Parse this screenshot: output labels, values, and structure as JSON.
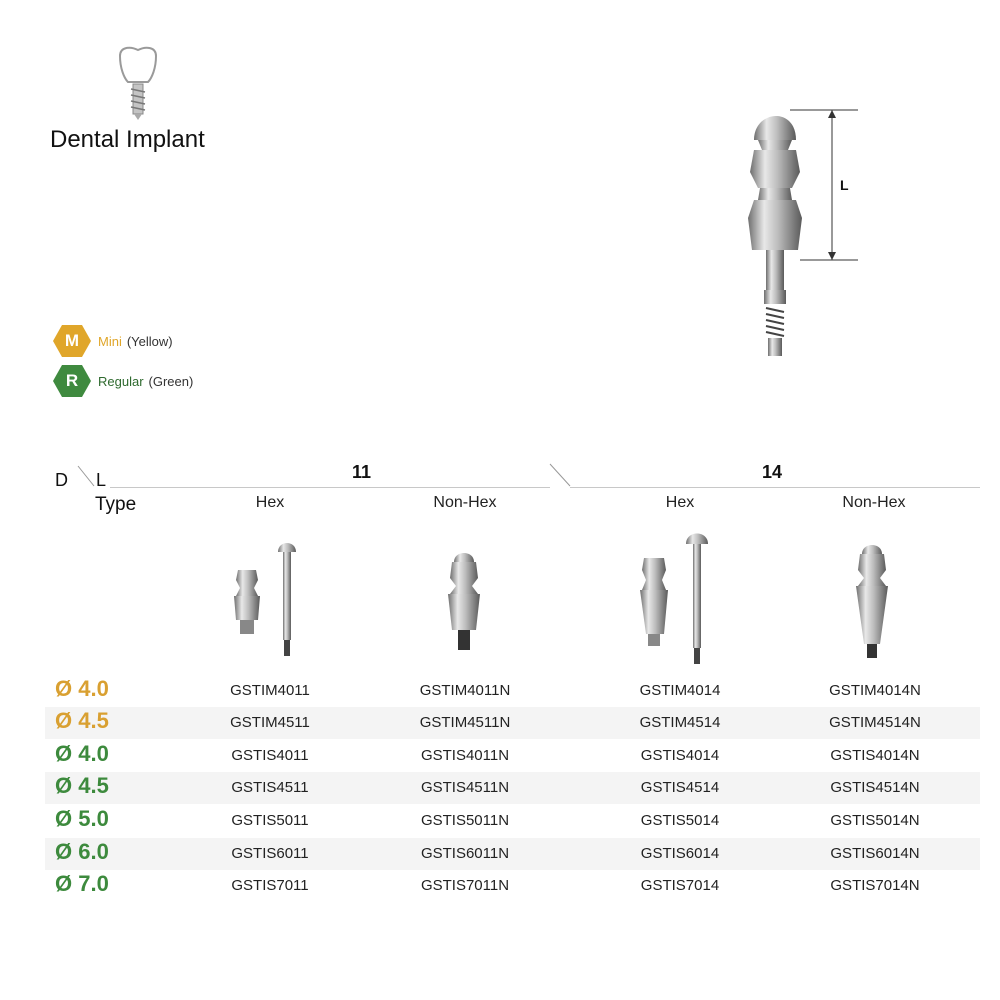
{
  "header": {
    "title": "Dental Implant",
    "icon": "tooth-implant-icon"
  },
  "product_image": {
    "dimension_label": "L"
  },
  "legend": [
    {
      "letter": "M",
      "name": "Mini",
      "note": "(Yellow)",
      "color": "#e0a62a"
    },
    {
      "letter": "R",
      "name": "Regular",
      "note": "(Green)",
      "color": "#3f8a3f"
    }
  ],
  "table": {
    "corner_d": "D",
    "corner_l": "L",
    "type_label": "Type",
    "length_groups": [
      "11",
      "14"
    ],
    "columns": [
      "Hex",
      "Non-Hex",
      "Hex",
      "Non-Hex"
    ],
    "rows": [
      {
        "diameter": "Ø 4.0",
        "color": "#d9a031",
        "codes": [
          "GSTIM4011",
          "GSTIM4011N",
          "GSTIM4014",
          "GSTIM4014N"
        ]
      },
      {
        "diameter": "Ø 4.5",
        "color": "#d9a031",
        "codes": [
          "GSTIM4511",
          "GSTIM4511N",
          "GSTIM4514",
          "GSTIM4514N"
        ]
      },
      {
        "diameter": "Ø 4.0",
        "color": "#3d8a3d",
        "codes": [
          "GSTIS4011",
          "GSTIS4011N",
          "GSTIS4014",
          "GSTIS4014N"
        ]
      },
      {
        "diameter": "Ø 4.5",
        "color": "#3d8a3d",
        "codes": [
          "GSTIS4511",
          "GSTIS4511N",
          "GSTIS4514",
          "GSTIS4514N"
        ]
      },
      {
        "diameter": "Ø 5.0",
        "color": "#3d8a3d",
        "codes": [
          "GSTIS5011",
          "GSTIS5011N",
          "GSTIS5014",
          "GSTIS5014N"
        ]
      },
      {
        "diameter": "Ø 6.0",
        "color": "#3d8a3d",
        "codes": [
          "GSTIS6011",
          "GSTIS6011N",
          "GSTIS6014",
          "GSTIS6014N"
        ]
      },
      {
        "diameter": "Ø 7.0",
        "color": "#3d8a3d",
        "codes": [
          "GSTIS7011",
          "GSTIS7011N",
          "GSTIS7014",
          "GSTIS7014N"
        ]
      }
    ]
  }
}
